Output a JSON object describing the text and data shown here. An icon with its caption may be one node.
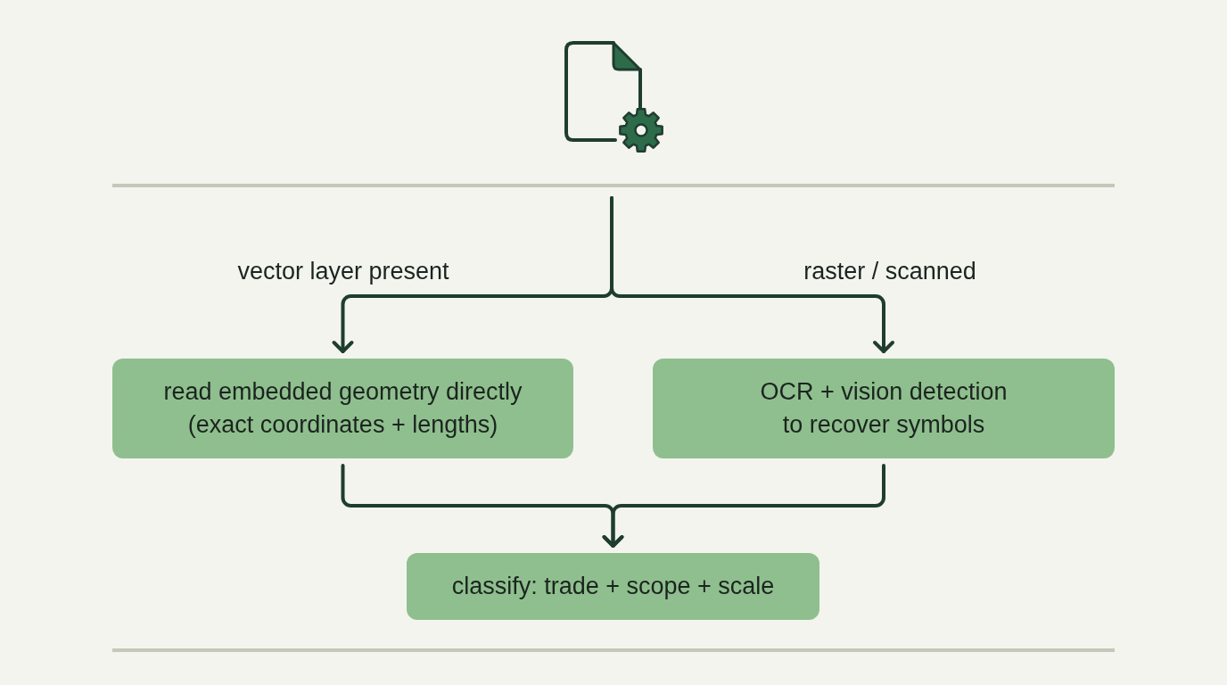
{
  "diagram": {
    "nodes": [
      {
        "text": [
          "read embedded geometry directly (exact coordinates + lengths)"
        ]
      },
      {
        "text": [
          "OCR + vision detection to recover symbols"
        ]
      },
      {
        "text": [
          "classify: trade + scope + scale"
        ]
      }
    ],
    "edges": [
      {
        "from": null,
        "to": 0,
        "arrow": "to",
        "label": "vector layer present"
      },
      {
        "from": null,
        "to": 1,
        "arrow": "to",
        "label": "raster / scanned"
      },
      {
        "from": 0,
        "to": 2,
        "arrow": "to"
      },
      {
        "from": 1,
        "to": 2,
        "arrow": "to"
      }
    ]
  }
}
